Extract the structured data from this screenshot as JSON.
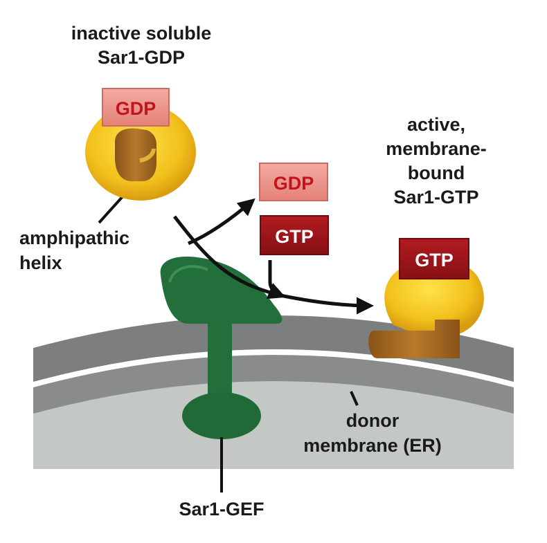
{
  "labels": {
    "inactive_line1": "inactive soluble",
    "inactive_line2": "Sar1-GDP",
    "active_line1": "active,",
    "active_line2": "membrane-",
    "active_line3": "bound",
    "active_line4": "Sar1-GTP",
    "helix_line1": "amphipathic",
    "helix_line2": "helix",
    "donor_line1": "donor",
    "donor_line2": "membrane (ER)",
    "gef": "Sar1-GEF"
  },
  "boxes": {
    "gdp_bound": "GDP",
    "gdp_released": "GDP",
    "gtp_incoming": "GTP",
    "gtp_bound": "GTP"
  },
  "colors": {
    "gdp_box": "#e98f86",
    "gdp_text": "#c0161b",
    "gtp_box": "#9b1418",
    "gtp_text": "#ffffff",
    "sar1_body": "#f2c01c",
    "helix": "#a86d22",
    "gef": "#236f3b",
    "membrane_outer": "#7c7e7d",
    "membrane_inner": "#bfc3c0",
    "arrow": "#111111"
  }
}
